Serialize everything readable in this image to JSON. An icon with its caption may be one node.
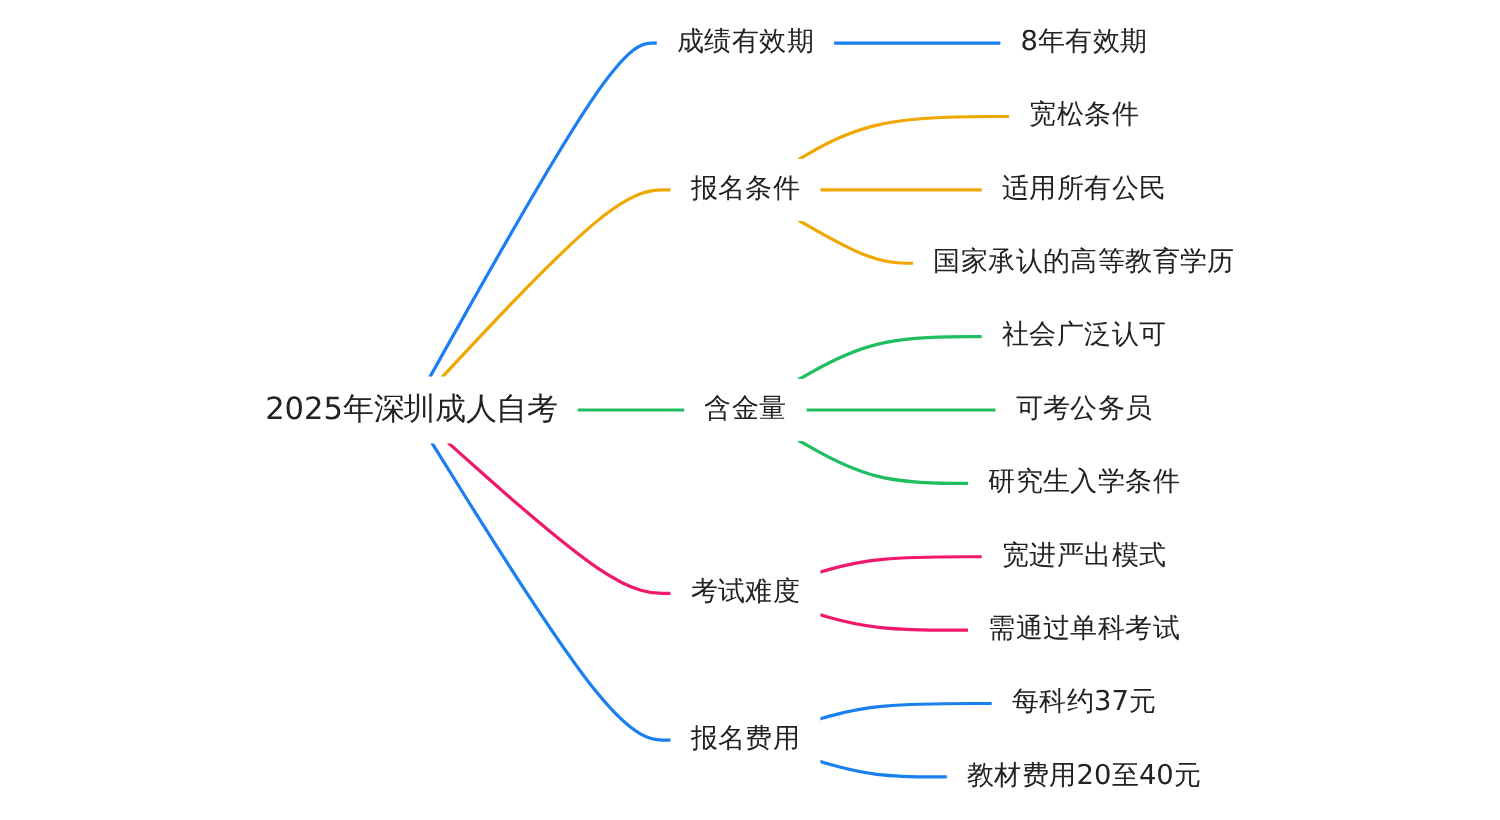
{
  "diagram": {
    "nodes": [
      {
        "text": [
          "2025年深圳成人自考"
        ]
      },
      {
        "text": [
          "成绩有效期"
        ]
      },
      {
        "text": [
          "8年有效期"
        ]
      },
      {
        "text": [
          "报名条件"
        ]
      },
      {
        "text": [
          "宽松条件"
        ]
      },
      {
        "text": [
          "适用所有公民"
        ]
      },
      {
        "text": [
          "国家承认的高等教育学历"
        ]
      },
      {
        "text": [
          "含金量"
        ]
      },
      {
        "text": [
          "社会广泛认可"
        ]
      },
      {
        "text": [
          "可考公务员"
        ]
      },
      {
        "text": [
          "研究生入学条件"
        ]
      },
      {
        "text": [
          "考试难度"
        ]
      },
      {
        "text": [
          "宽进严出模式"
        ]
      },
      {
        "text": [
          "需通过单科考试"
        ]
      },
      {
        "text": [
          "报名费用"
        ]
      },
      {
        "text": [
          "每科约37元"
        ]
      },
      {
        "text": [
          "教材费用20至40元"
        ]
      }
    ],
    "edges": [
      {
        "from": 0,
        "to": 1,
        "arrow": "none"
      },
      {
        "from": 1,
        "to": 2,
        "arrow": "none"
      },
      {
        "from": 0,
        "to": 3,
        "arrow": "none",
        "color": "#f0a800"
      },
      {
        "from": 3,
        "to": 4,
        "arrow": "none",
        "color": "#f0a800"
      },
      {
        "from": 3,
        "to": 5,
        "arrow": "none",
        "color": "#f0a800"
      },
      {
        "from": 3,
        "to": 6,
        "arrow": "none",
        "color": "#f0a800"
      },
      {
        "from": 0,
        "to": 7,
        "arrow": "none",
        "color": "#1fbf5f"
      },
      {
        "from": 7,
        "to": 8,
        "arrow": "none",
        "color": "#1fbf5f"
      },
      {
        "from": 7,
        "to": 9,
        "arrow": "none",
        "color": "#1fbf5f"
      },
      {
        "from": 7,
        "to": 10,
        "arrow": "none",
        "color": "#1fbf5f"
      },
      {
        "from": 0,
        "to": 11,
        "arrow": "none",
        "color": "#f0186a"
      },
      {
        "from": 11,
        "to": 12,
        "arrow": "none",
        "color": "#f0186a"
      },
      {
        "from": 11,
        "to": 13,
        "arrow": "none",
        "color": "#f0186a"
      },
      {
        "from": 0,
        "to": 14,
        "arrow": "none"
      },
      {
        "from": 14,
        "to": 15,
        "arrow": "none"
      },
      {
        "from": 14,
        "to": 16,
        "arrow": "none"
      }
    ]
  }
}
